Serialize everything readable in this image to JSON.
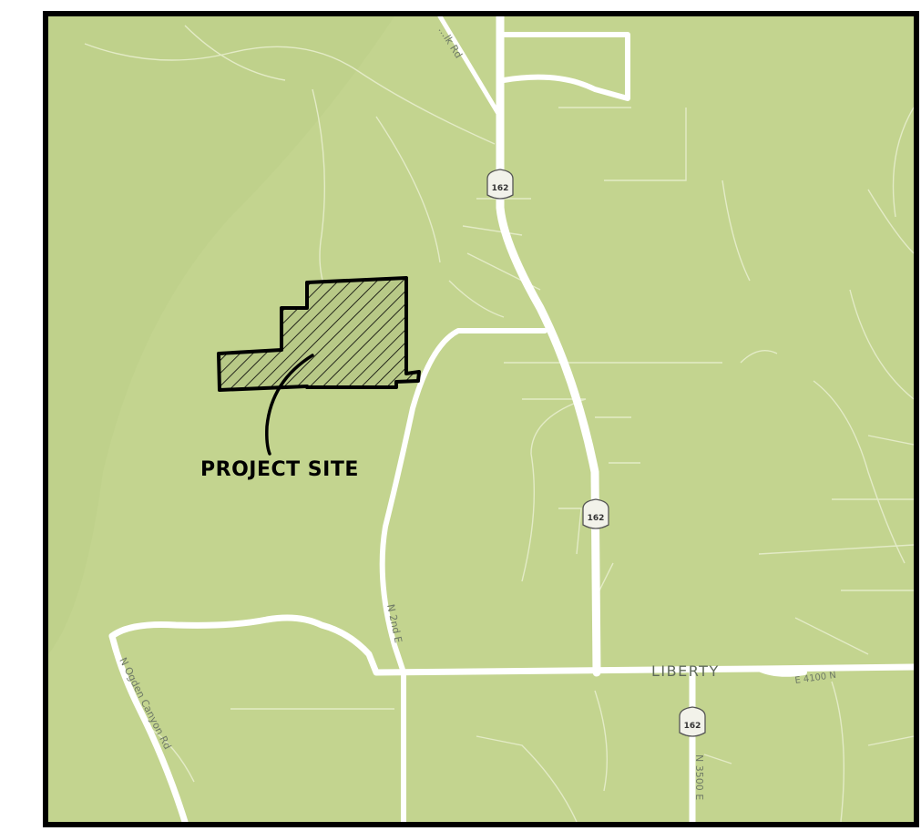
{
  "map": {
    "route_shield_number": "162",
    "project_site_label": "PROJECT SITE",
    "place_label_liberty": "LIBERTY",
    "road_labels": {
      "top_road": "…lk Rd",
      "n_2nd_e": "N 2nd E",
      "e_4100_n": "E 4100 N",
      "n_ogden_canyon_rd": "N Ogden Canyon Rd",
      "n_3500_e": "N 3500 E"
    },
    "colors": {
      "terrain": "#c3d48f",
      "road": "#ffffff",
      "minor_road": "#e6eec8",
      "site_hatch": "#000000",
      "frame": "#000000"
    }
  }
}
